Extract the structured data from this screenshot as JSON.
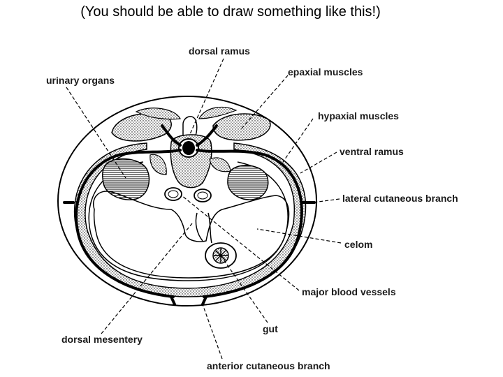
{
  "title": "(You should be able to draw something like this!)",
  "labels": {
    "dorsal_ramus": "dorsal ramus",
    "urinary_organs": "urinary organs",
    "epaxial_muscles": "epaxial muscles",
    "hypaxial_muscles": "hypaxial muscles",
    "ventral_ramus": "ventral ramus",
    "lateral_cutaneous_branch": "lateral cutaneous branch",
    "celom": "celom",
    "major_blood_vessels": "major blood vessels",
    "gut": "gut",
    "dorsal_mesentery": "dorsal mesentery",
    "anterior_cutaneous_branch": "anterior cutaneous branch"
  }
}
